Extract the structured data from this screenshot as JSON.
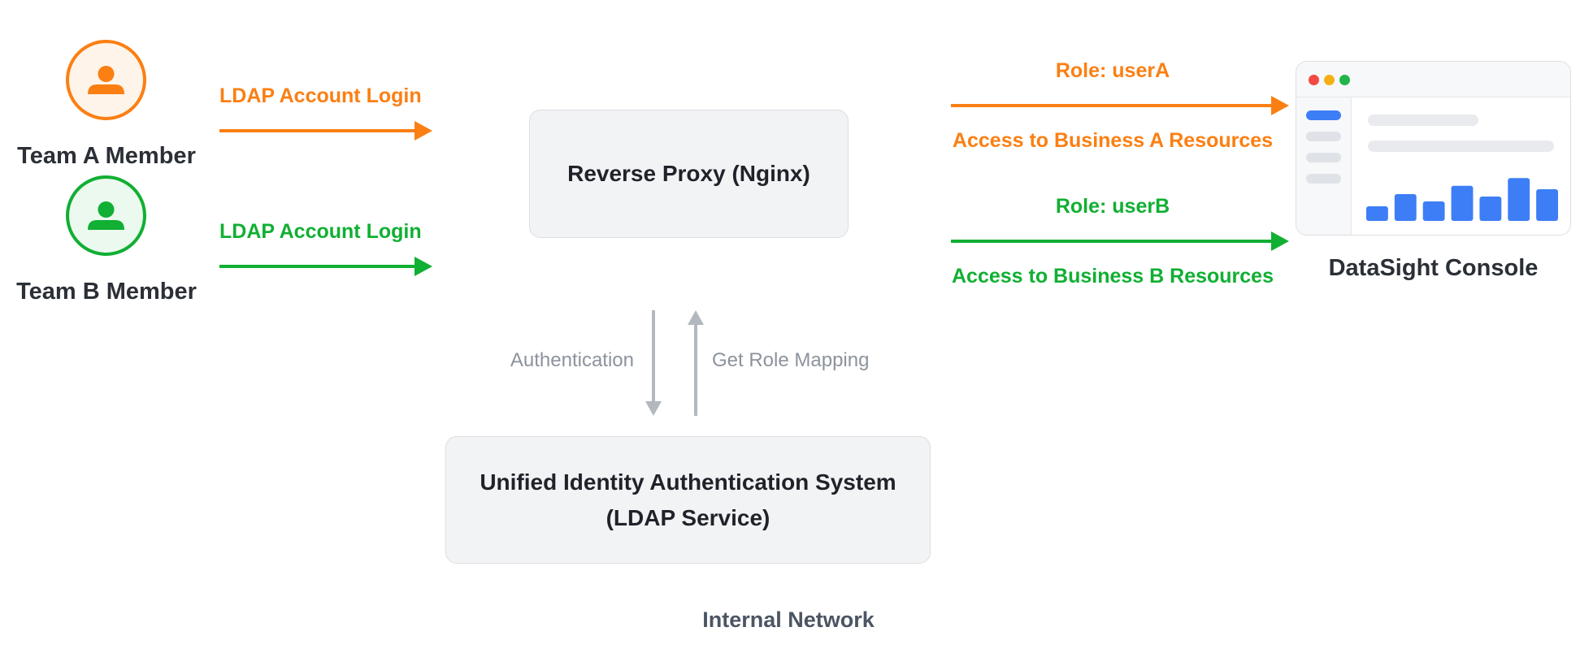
{
  "users": {
    "team_a": {
      "name": "Team A Member",
      "login_label": "LDAP Account Login",
      "color": "#fb7f13"
    },
    "team_b": {
      "name": "Team B Member",
      "login_label": "LDAP Account Login",
      "color": "#11af33"
    }
  },
  "proxy": {
    "label": "Reverse Proxy (Nginx)"
  },
  "ldap": {
    "line1": "Unified Identity Authentication System",
    "line2": "(LDAP Service)"
  },
  "auth_flow": {
    "down_label": "Authentication",
    "up_label": "Get Role Mapping",
    "color": "#b3b8bf"
  },
  "routes": {
    "a": {
      "role": "Role: userA",
      "access": "Access to Business A Resources"
    },
    "b": {
      "role": "Role: userB",
      "access": "Access to Business B Resources"
    }
  },
  "console": {
    "label": "DataSight Console",
    "bars_accent": "#3d7ef6",
    "bar_levels": [
      0.3,
      0.55,
      0.4,
      0.72,
      0.5,
      0.88,
      0.65
    ]
  },
  "footer": {
    "network_label": "Internal Network"
  }
}
